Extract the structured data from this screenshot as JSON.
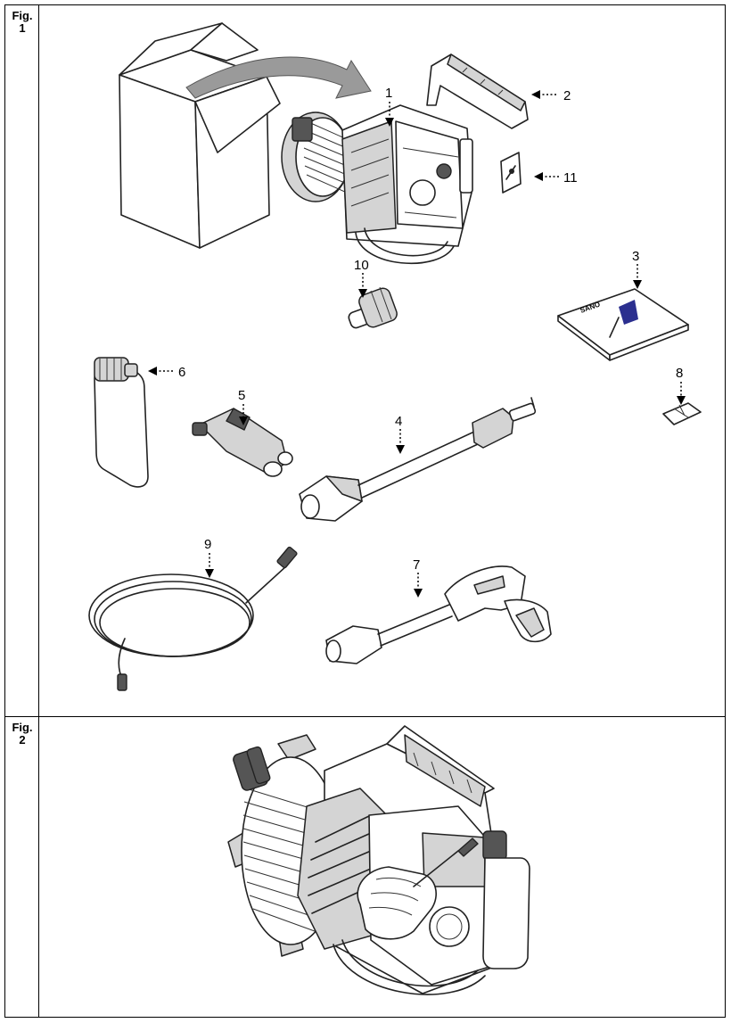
{
  "figures": [
    {
      "label_line1": "Fig.",
      "label_line2": "1"
    },
    {
      "label_line1": "Fig.",
      "label_line2": "2"
    }
  ],
  "callouts": [
    "1",
    "2",
    "3",
    "4",
    "5",
    "6",
    "7",
    "8",
    "9",
    "10",
    "11"
  ],
  "manual_brand": "SANO",
  "icons": {
    "box": "cardboard-box-icon",
    "unit": "pressure-washer-unit-icon",
    "handle": "handle-icon",
    "manual": "manual-booklet-icon",
    "lance": "spray-lance-icon",
    "nozzle": "nozzle-icon",
    "detergent": "detergent-bottle-icon",
    "gun": "spray-gun-icon",
    "hose": "hose-icon",
    "adapter": "hose-adapter-icon",
    "parts_bag": "parts-bag-icon",
    "screws": "screw-pack-icon"
  }
}
